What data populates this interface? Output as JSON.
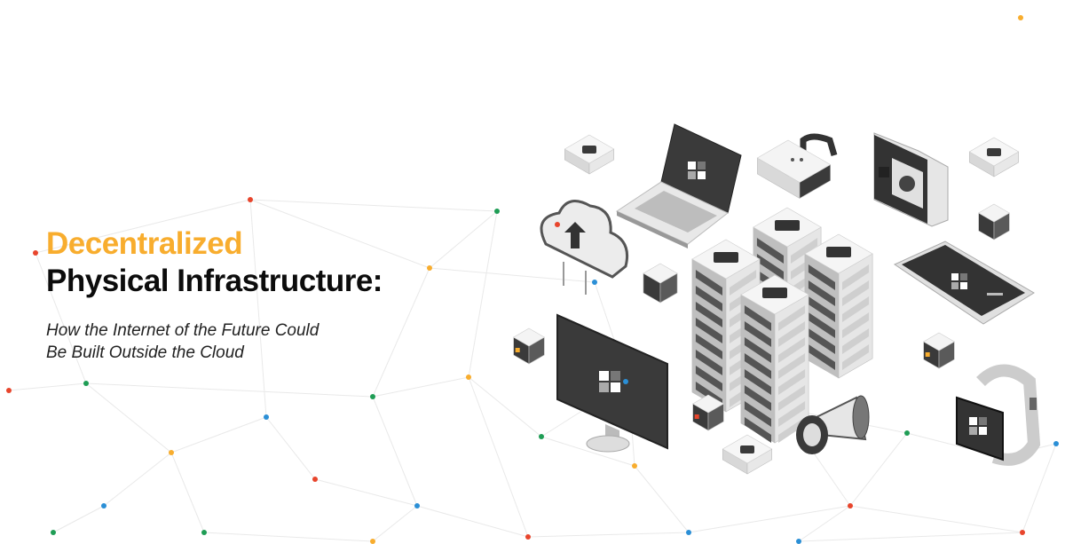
{
  "banner": {
    "headline_accent": "Decentralized",
    "headline_main": "Physical Infrastructure:",
    "subtitle_line1": "How the Internet of the Future Could",
    "subtitle_line2": "Be Built Outside the Cloud"
  },
  "colors": {
    "accent": "#f8ad2e",
    "headline": "#0c0c0c",
    "device_dark": "#3a3a3a",
    "device_light": "#f2f2f2",
    "device_mid": "#cfcfcf",
    "network_line": "#e9e9e9",
    "dot_colors": [
      "#e8452c",
      "#1f9d55",
      "#f8ad2e",
      "#2b8fd6"
    ]
  },
  "illustration": {
    "objects": [
      "laptop",
      "padlock",
      "action-camera",
      "cloud-upload",
      "server-rack",
      "smartphone",
      "monitor",
      "megaphone",
      "smartwatch",
      "cube",
      "mini-box"
    ]
  }
}
